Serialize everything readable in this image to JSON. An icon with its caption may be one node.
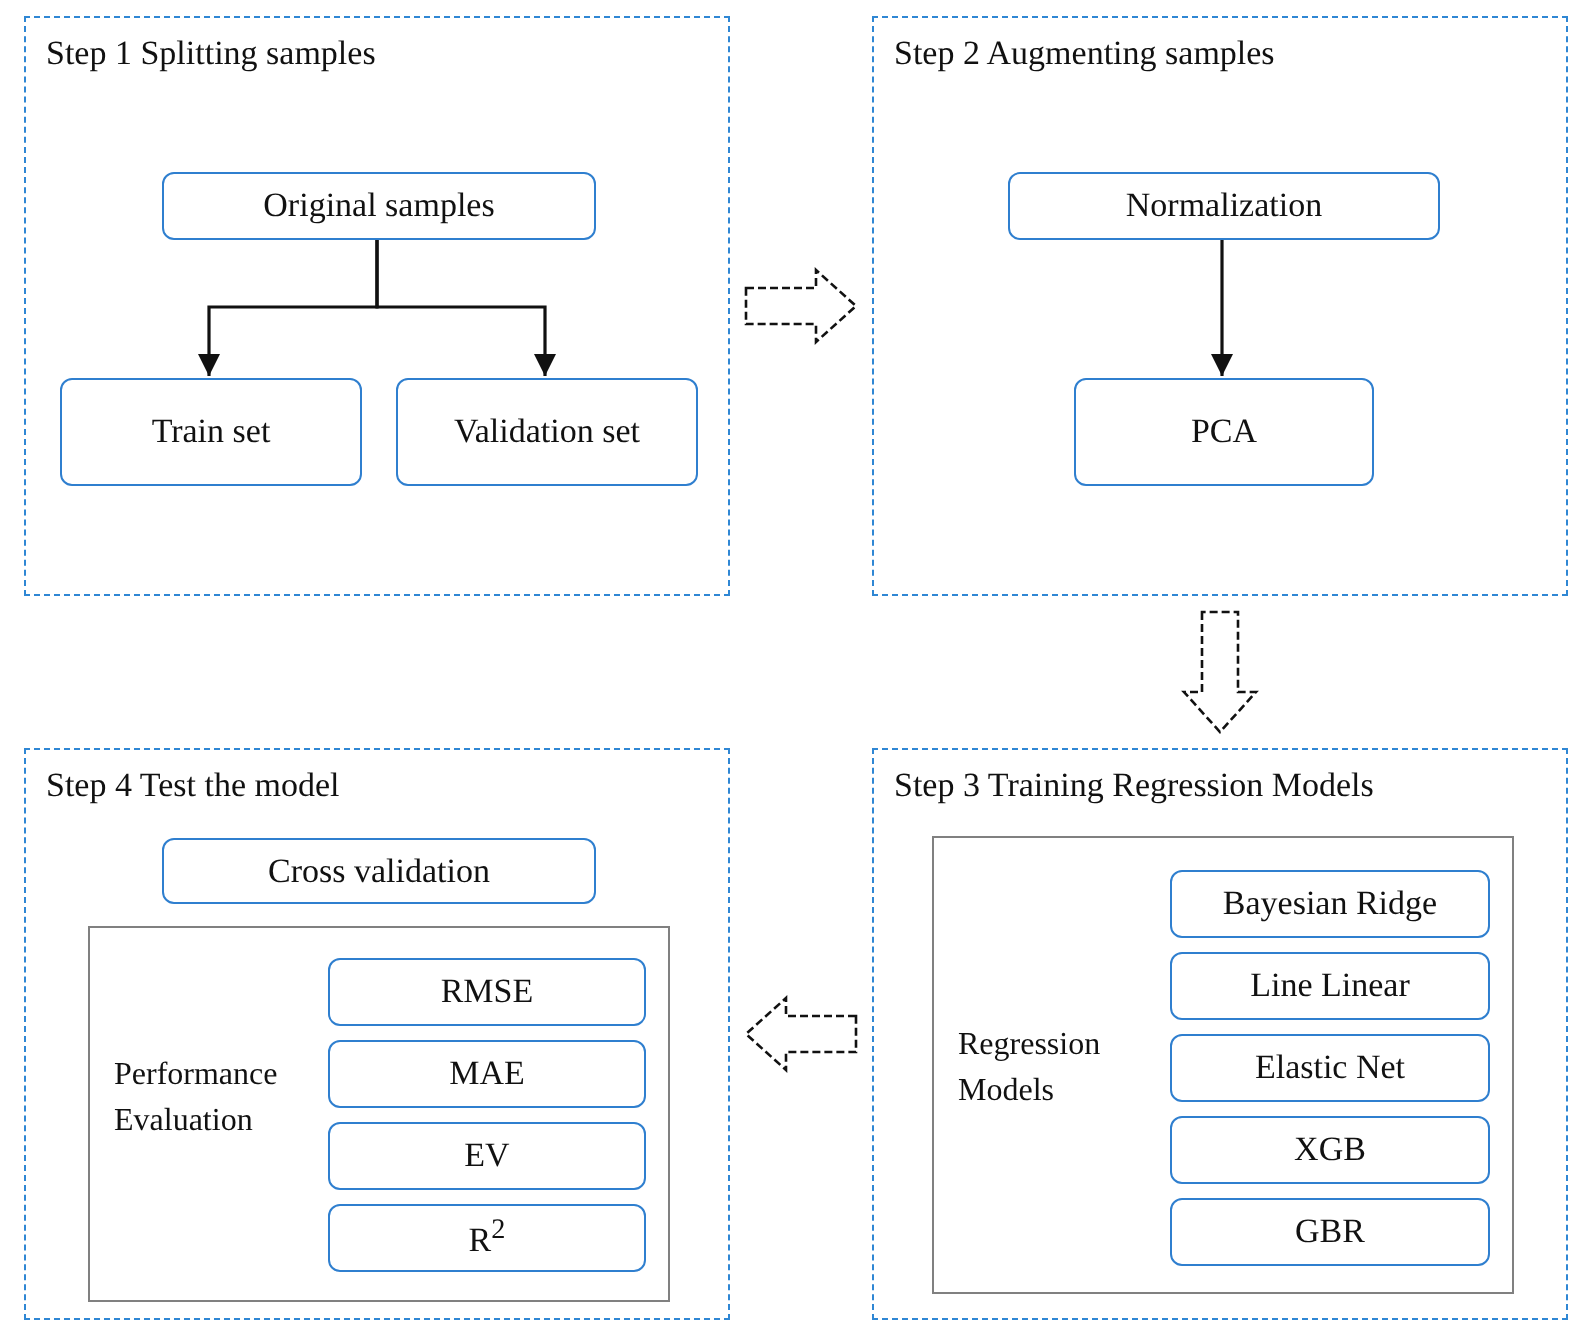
{
  "diagram": {
    "nodes": [
      {
        "text": [
          "Step 1 Splitting samples"
        ]
      },
      {
        "text": [
          "Original samples"
        ],
        "in": 0
      },
      {
        "text": [
          "Train set"
        ],
        "in": 0
      },
      {
        "text": [
          "Validation set"
        ],
        "in": 0
      },
      {
        "text": [
          "Step 2 Augmenting samples"
        ]
      },
      {
        "text": [
          "Normalization"
        ],
        "in": 4
      },
      {
        "text": [
          "PCA"
        ],
        "in": 4
      },
      {
        "text": [
          "Step 4 Test the model"
        ]
      },
      {
        "text": [
          "Cross validation"
        ],
        "in": 7
      },
      {
        "text": [
          "Performance Evaluation"
        ],
        "in": 7
      },
      {
        "text": [
          "RMSE"
        ],
        "in": 9
      },
      {
        "text": [
          "MAE"
        ],
        "in": 9
      },
      {
        "text": [
          "EV"
        ],
        "in": 9
      },
      {
        "text": [
          "R$^{2}$"
        ],
        "in": 9
      },
      {
        "text": [
          "Step 3 Training Regression Models"
        ]
      },
      {
        "text": [
          "Regression Models"
        ],
        "in": 14
      },
      {
        "text": [
          "Bayesian Ridge"
        ],
        "in": 15
      },
      {
        "text": [
          "Line Linear"
        ],
        "in": 15
      },
      {
        "text": [
          "Elastic Net"
        ],
        "in": 15
      },
      {
        "text": [
          "XGB"
        ],
        "in": 15
      },
      {
        "text": [
          "GBR"
        ],
        "in": 15
      }
    ],
    "edges": [
      {
        "from": 1,
        "to": 2,
        "arrow": "to"
      },
      {
        "from": 1,
        "to": 3,
        "arrow": "to"
      },
      {
        "from": 5,
        "to": 6,
        "arrow": "to"
      },
      {
        "from": 0,
        "to": 4,
        "arrow": "to",
        "style": "dashed"
      },
      {
        "from": 4,
        "to": 14,
        "arrow": "to",
        "style": "dashed"
      },
      {
        "from": 14,
        "to": 7,
        "arrow": "to",
        "style": "dashed"
      }
    ]
  }
}
